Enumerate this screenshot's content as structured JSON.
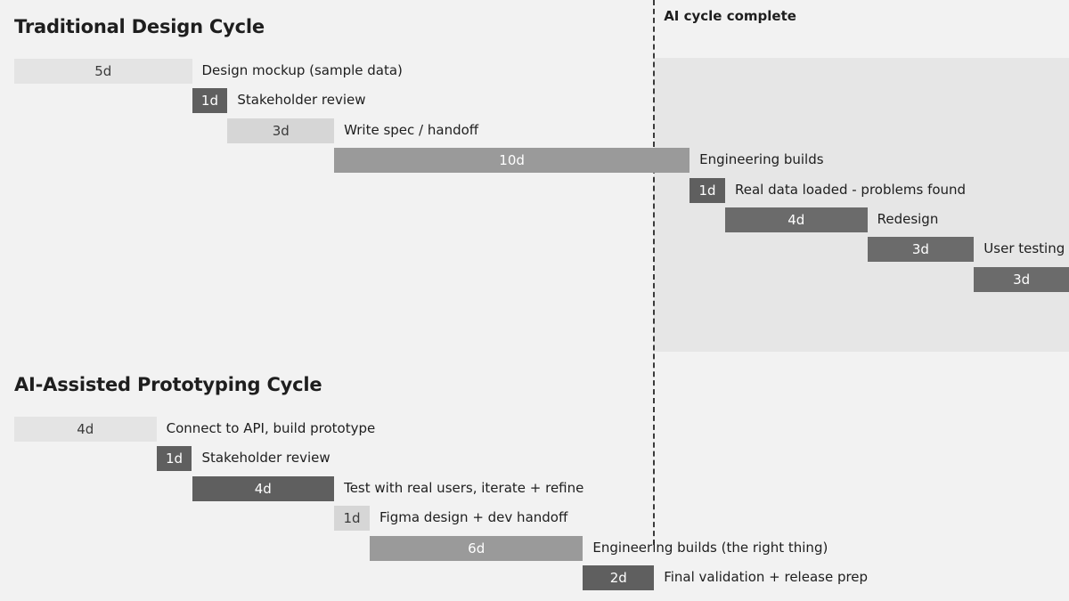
{
  "marker": {
    "label": "AI cycle complete",
    "day": 18
  },
  "colors": {
    "background": "#f2f2f2",
    "shade": "#e6e6e6",
    "text": "#1e1e1e",
    "very_light": "#e4e4e4",
    "light": "#d6d6d6",
    "medium": "#9a9a9a",
    "dark": "#6b6b6b",
    "very_dark": "#5f5f5f"
  },
  "sections": [
    {
      "title": "Traditional Design Cycle",
      "tasks": [
        {
          "start": 0,
          "duration": 5,
          "duration_label": "5d",
          "label": "Design mockup (sample data)",
          "tone": "very_light"
        },
        {
          "start": 5,
          "duration": 1,
          "duration_label": "1d",
          "label": "Stakeholder review",
          "tone": "very_dark"
        },
        {
          "start": 6,
          "duration": 3,
          "duration_label": "3d",
          "label": "Write spec / handoff",
          "tone": "light"
        },
        {
          "start": 9,
          "duration": 10,
          "duration_label": "10d",
          "label": "Engineering builds",
          "tone": "medium"
        },
        {
          "start": 19,
          "duration": 1,
          "duration_label": "1d",
          "label": "Real data loaded - problems found",
          "tone": "very_dark"
        },
        {
          "start": 20,
          "duration": 4,
          "duration_label": "4d",
          "label": "Redesign",
          "tone": "dark"
        },
        {
          "start": 24,
          "duration": 3,
          "duration_label": "3d",
          "label": "User testing",
          "tone": "dark"
        },
        {
          "start": 27,
          "duration": 3,
          "duration_label": "3d",
          "label": "",
          "tone": "dark"
        }
      ]
    },
    {
      "title": "AI-Assisted Prototyping Cycle",
      "tasks": [
        {
          "start": 0,
          "duration": 4,
          "duration_label": "4d",
          "label": "Connect to API, build prototype",
          "tone": "very_light"
        },
        {
          "start": 4,
          "duration": 1,
          "duration_label": "1d",
          "label": "Stakeholder review",
          "tone": "very_dark"
        },
        {
          "start": 5,
          "duration": 4,
          "duration_label": "4d",
          "label": "Test with real users, iterate + refine",
          "tone": "very_dark"
        },
        {
          "start": 9,
          "duration": 1,
          "duration_label": "1d",
          "label": "Figma design + dev handoff",
          "tone": "light"
        },
        {
          "start": 10,
          "duration": 6,
          "duration_label": "6d",
          "label": "Engineering builds (the right thing)",
          "tone": "medium"
        },
        {
          "start": 16,
          "duration": 2,
          "duration_label": "2d",
          "label": "Final validation + release prep",
          "tone": "very_dark"
        }
      ]
    }
  ]
}
